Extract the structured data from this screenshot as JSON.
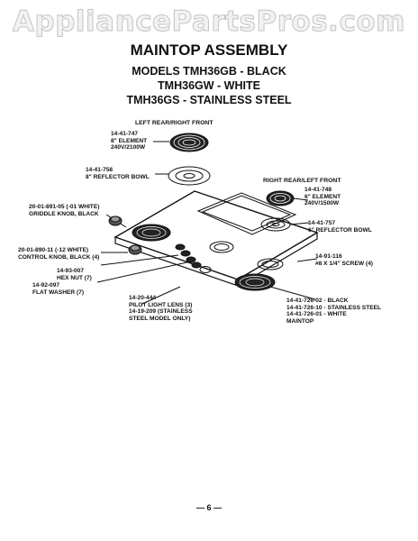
{
  "watermark": "AppliancePartsPros.com",
  "header": {
    "title": "MAINTOP ASSEMBLY",
    "models_line1": "MODELS TMH36GB - BLACK",
    "models_line2": "TMH36GW - WHITE",
    "models_line3": "TMH36GS - STAINLESS STEEL"
  },
  "sections": {
    "left_rear_right_front": "LEFT REAR/RIGHT FRONT",
    "right_rear_left_front": "RIGHT REAR/LEFT FRONT"
  },
  "parts": {
    "element_8": "14-41-747\n8\" ELEMENT\n240V/2100W",
    "reflector_8": "14-41-758\n8\" REFLECTOR BOWL",
    "griddle_knob": "20-01-891-05 (-01 WHITE)\nGRIDDLE KNOB, BLACK",
    "control_knob": "20-01-890-11 (-12 WHITE)\nCONTROL KNOB, BLACK (4)",
    "hex_nut": "14-93-007\nHEX NUT (7)",
    "flat_washer": "14-92-097\nFLAT WASHER (7)",
    "pilot_lens": "14-20-444\nPILOT LIGHT LENS (3)\n14-19-209 (STAINLESS\nSTEEL MODEL ONLY)",
    "element_6": "14-41-748\n6\" ELEMENT\n240V/1500W",
    "reflector_6": "14-41-757\n6\" REFLECTOR BOWL",
    "screw": "14-91-116\n#8 X 1/4\" SCREW (4)",
    "maintop": "14-41-726-02 - BLACK\n14-41-726-10 - STAINLESS STEEL\n14-41-726-01 - WHITE\nMAINTOP"
  },
  "page_number": "— 6 —"
}
